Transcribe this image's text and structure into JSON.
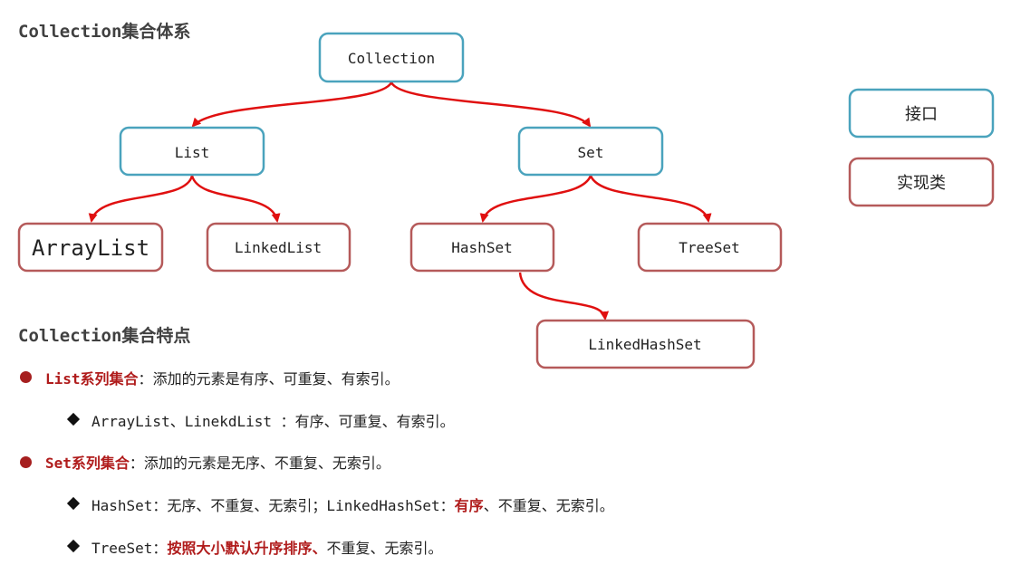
{
  "titles": {
    "hierarchy": "Collection集合体系",
    "features": "Collection集合特点"
  },
  "nodes": {
    "collection": "Collection",
    "list": "List",
    "set": "Set",
    "arraylist": "ArrayList",
    "linkedlist": "LinkedList",
    "hashset": "HashSet",
    "treeset": "TreeSet",
    "linkedhashset": "LinkedHashSet"
  },
  "legend": {
    "interface": "接口",
    "impl": "实现类"
  },
  "colors": {
    "interface_border": "#4aa3bd",
    "impl_border": "#b55a5a",
    "arrow": "#e01010",
    "bullet": "#a61f1f",
    "highlight": "#b01c1c"
  },
  "features": {
    "list": {
      "label": "List系列集合",
      "sep": "：",
      "desc": "添加的元素是有序、可重复、有索引。",
      "sub": "ArrayList、LinekdList ：有序、可重复、有索引。"
    },
    "set": {
      "label": "Set系列集合",
      "sep": "：",
      "desc": "添加的元素是无序、不重复、无索引。",
      "hashset_a": "HashSet：无序、不重复、无索引；LinkedHashSet：",
      "hashset_red": "有序",
      "hashset_b": "、不重复、无索引。",
      "treeset_a": "TreeSet：",
      "treeset_red": "按照大小默认升序排序、",
      "treeset_b": "不重复、无索引。"
    }
  }
}
